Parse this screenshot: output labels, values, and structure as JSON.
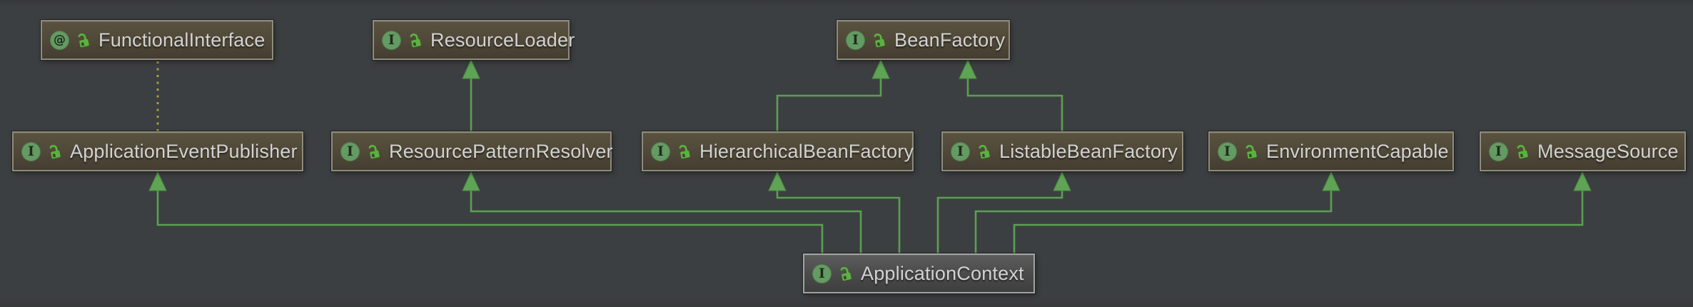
{
  "diagram": {
    "kind": "uml-interface-hierarchy",
    "icons": {
      "interface_badge": "I",
      "annotation_badge": "@",
      "visibility_icon": "public-open-lock"
    },
    "colors": {
      "background": "#3c3f41",
      "node_fill_top": "#5a523f",
      "node_fill_bottom": "#443e31",
      "node_border": "#8f8c7d",
      "selected_node_border": "#a3a3a3",
      "label_text": "#d2d2d2",
      "extends_edge": "#5aa052",
      "annotation_edge": "#a8a834",
      "badge_green": "#649b62",
      "lock_green": "#59b33e"
    },
    "nodes": [
      {
        "id": "functional-interface",
        "label": "FunctionalInterface",
        "badge": "annotation"
      },
      {
        "id": "resource-loader",
        "label": "ResourceLoader",
        "badge": "interface"
      },
      {
        "id": "bean-factory",
        "label": "BeanFactory",
        "badge": "interface"
      },
      {
        "id": "application-event-publisher",
        "label": "ApplicationEventPublisher",
        "badge": "interface"
      },
      {
        "id": "resource-pattern-resolver",
        "label": "ResourcePatternResolver",
        "badge": "interface"
      },
      {
        "id": "hierarchical-bean-factory",
        "label": "HierarchicalBeanFactory",
        "badge": "interface"
      },
      {
        "id": "listable-bean-factory",
        "label": "ListableBeanFactory",
        "badge": "interface"
      },
      {
        "id": "environment-capable",
        "label": "EnvironmentCapable",
        "badge": "interface"
      },
      {
        "id": "message-source",
        "label": "MessageSource",
        "badge": "interface"
      },
      {
        "id": "application-context",
        "label": "ApplicationContext",
        "badge": "interface",
        "selected": true
      }
    ],
    "edges": [
      {
        "from": "resource-pattern-resolver",
        "to": "resource-loader",
        "type": "extends"
      },
      {
        "from": "hierarchical-bean-factory",
        "to": "bean-factory",
        "type": "extends"
      },
      {
        "from": "listable-bean-factory",
        "to": "bean-factory",
        "type": "extends"
      },
      {
        "from": "application-context",
        "to": "application-event-publisher",
        "type": "extends"
      },
      {
        "from": "application-context",
        "to": "resource-pattern-resolver",
        "type": "extends"
      },
      {
        "from": "application-context",
        "to": "hierarchical-bean-factory",
        "type": "extends"
      },
      {
        "from": "application-context",
        "to": "listable-bean-factory",
        "type": "extends"
      },
      {
        "from": "application-context",
        "to": "environment-capable",
        "type": "extends"
      },
      {
        "from": "application-context",
        "to": "message-source",
        "type": "extends"
      },
      {
        "from": "application-event-publisher",
        "to": "functional-interface",
        "type": "annotation"
      }
    ]
  }
}
